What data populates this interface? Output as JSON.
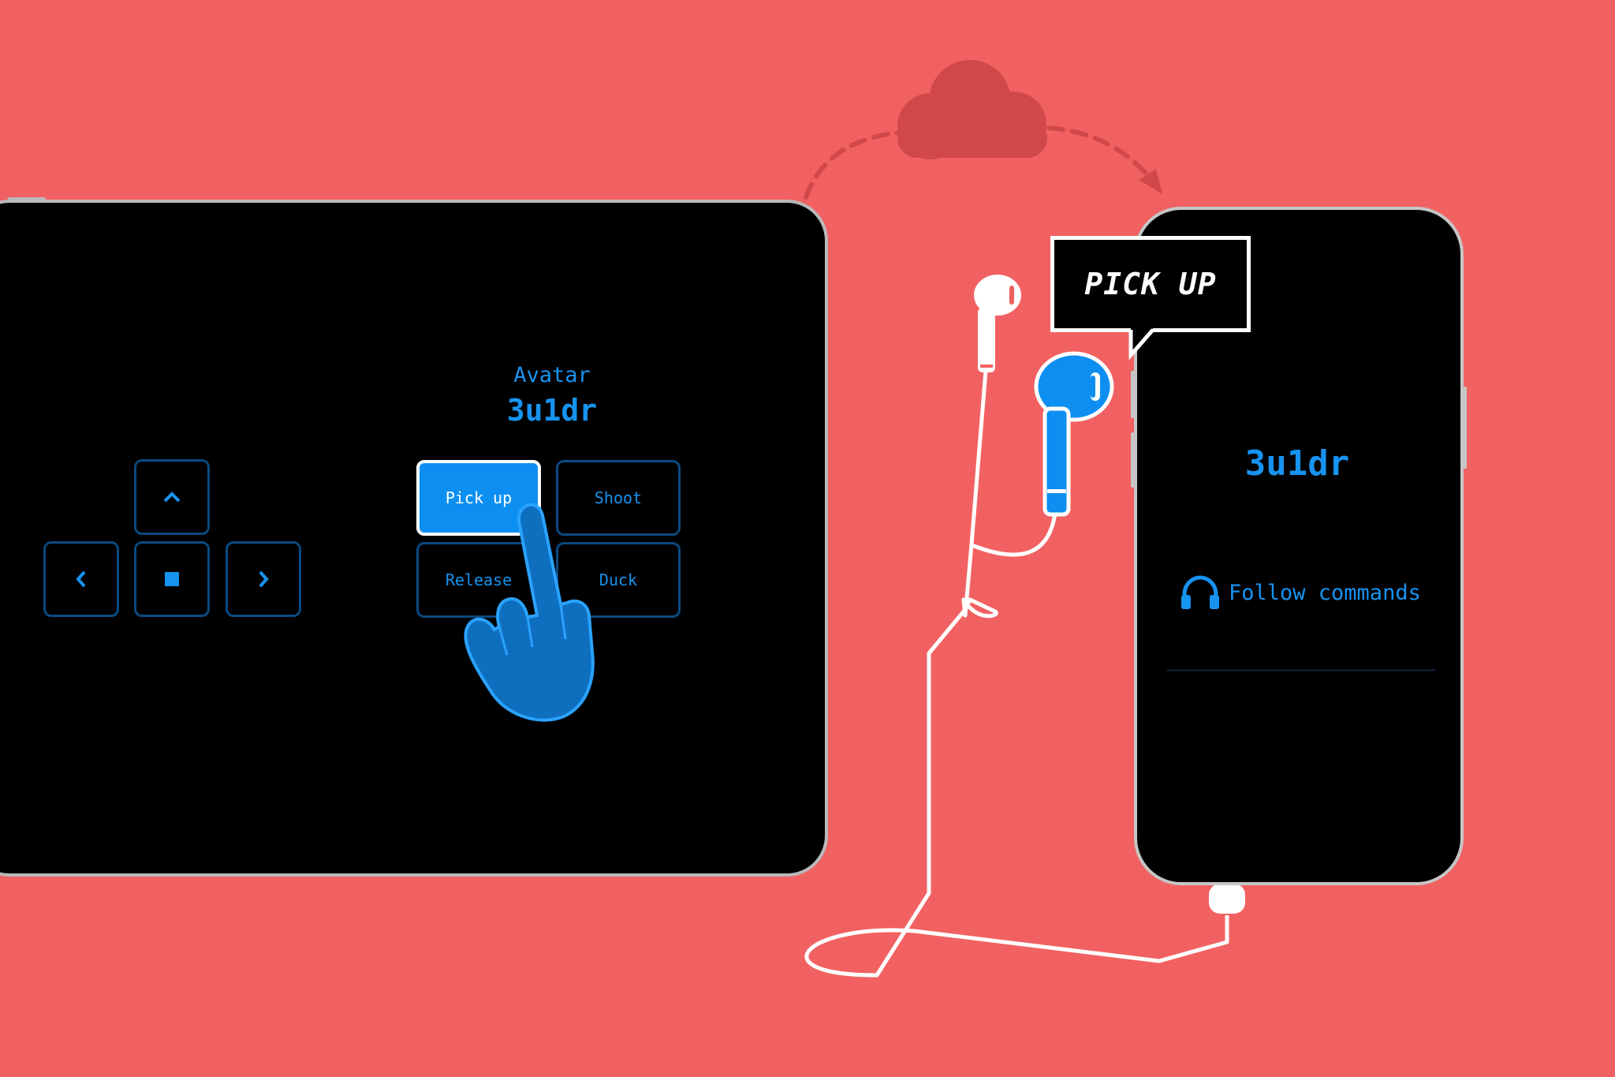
{
  "tablet": {
    "avatar_label": "Avatar",
    "avatar_name": "3u1dr",
    "dpad": {
      "up": "up-arrow",
      "left": "left-arrow",
      "center": "stop-square",
      "right": "right-arrow"
    },
    "actions": [
      {
        "label": "Pick up",
        "active": true
      },
      {
        "label": "Shoot",
        "active": false
      },
      {
        "label": "Release",
        "active": false
      },
      {
        "label": "Duck",
        "active": false
      }
    ]
  },
  "phone": {
    "avatar_name": "3u1dr",
    "follow_label": "Follow commands",
    "icon": "headphones-icon"
  },
  "bubble": {
    "text": "PICK UP"
  },
  "colors": {
    "background": "#f26161",
    "accent": "#1793f0",
    "active_button": "#0d8ff2",
    "cloud": "#d14848",
    "cable": "#ffffff"
  }
}
